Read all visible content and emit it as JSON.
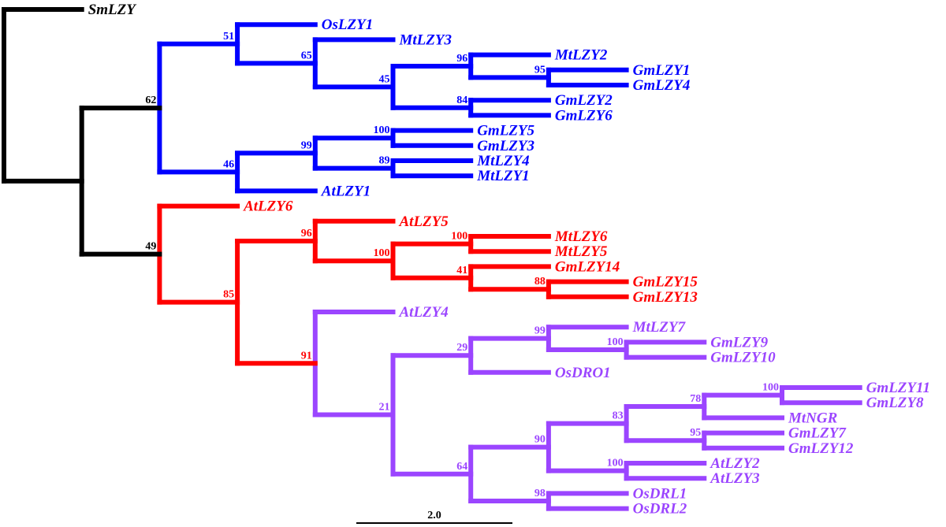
{
  "colors": {
    "black": "#000000",
    "blue": "#0000ff",
    "red": "#ff0000",
    "purple": "#9b45ff"
  },
  "scale_bar": {
    "label": "2.0"
  },
  "tree": {
    "color": "black",
    "children": [
      {
        "name": "SmLZY"
      },
      {
        "children": [
          {
            "support": "62",
            "color": "blue",
            "children": [
              {
                "support": "51",
                "children": [
                  {
                    "name": "OsLZY1"
                  },
                  {
                    "support": "65",
                    "children": [
                      {
                        "name": "MtLZY3"
                      },
                      {
                        "support": "45",
                        "children": [
                          {
                            "support": "96",
                            "children": [
                              {
                                "name": "MtLZY2"
                              },
                              {
                                "support": "95",
                                "children": [
                                  {
                                    "name": "GmLZY1"
                                  },
                                  {
                                    "name": "GmLZY4"
                                  }
                                ]
                              }
                            ]
                          },
                          {
                            "support": "84",
                            "children": [
                              {
                                "name": "GmLZY2"
                              },
                              {
                                "name": "GmLZY6"
                              }
                            ]
                          }
                        ]
                      }
                    ]
                  }
                ]
              },
              {
                "support": "46",
                "children": [
                  {
                    "support": "99",
                    "children": [
                      {
                        "support": "100",
                        "children": [
                          {
                            "name": "GmLZY5"
                          },
                          {
                            "name": "GmLZY3"
                          }
                        ]
                      },
                      {
                        "support": "89",
                        "children": [
                          {
                            "name": "MtLZY4"
                          },
                          {
                            "name": "MtLZY1"
                          }
                        ]
                      }
                    ]
                  },
                  {
                    "name": "AtLZY1"
                  }
                ]
              }
            ]
          },
          {
            "support": "49",
            "color": "red",
            "children": [
              {
                "name": "AtLZY6"
              },
              {
                "support": "85",
                "children": [
                  {
                    "support": "96",
                    "children": [
                      {
                        "name": "AtLZY5"
                      },
                      {
                        "support": "100",
                        "children": [
                          {
                            "support": "100",
                            "children": [
                              {
                                "name": "MtLZY6"
                              },
                              {
                                "name": "MtLZY5"
                              }
                            ]
                          },
                          {
                            "support": "41",
                            "children": [
                              {
                                "name": "GmLZY14"
                              },
                              {
                                "support": "88",
                                "children": [
                                  {
                                    "name": "GmLZY15"
                                  },
                                  {
                                    "name": "GmLZY13"
                                  }
                                ]
                              }
                            ]
                          }
                        ]
                      }
                    ]
                  },
                  {
                    "support": "91",
                    "color": "purple",
                    "children": [
                      {
                        "name": "AtLZY4"
                      },
                      {
                        "support": "21",
                        "children": [
                          {
                            "support": "29",
                            "children": [
                              {
                                "support": "99",
                                "children": [
                                  {
                                    "name": "MtLZY7"
                                  },
                                  {
                                    "support": "100",
                                    "children": [
                                      {
                                        "name": "GmLZY9"
                                      },
                                      {
                                        "name": "GmLZY10"
                                      }
                                    ]
                                  }
                                ]
                              },
                              {
                                "name": "OsDRO1"
                              }
                            ]
                          },
                          {
                            "support": "64",
                            "children": [
                              {
                                "support": "90",
                                "children": [
                                  {
                                    "support": "83",
                                    "children": [
                                      {
                                        "support": "78",
                                        "children": [
                                          {
                                            "support": "100",
                                            "children": [
                                              {
                                                "name": "GmLZY11"
                                              },
                                              {
                                                "name": "GmLZY8"
                                              }
                                            ]
                                          },
                                          {
                                            "name": "MtNGR"
                                          }
                                        ]
                                      },
                                      {
                                        "support": "95",
                                        "children": [
                                          {
                                            "name": "GmLZY7"
                                          },
                                          {
                                            "name": "GmLZY12"
                                          }
                                        ]
                                      }
                                    ]
                                  },
                                  {
                                    "support": "100",
                                    "children": [
                                      {
                                        "name": "AtLZY2"
                                      },
                                      {
                                        "name": "AtLZY3"
                                      }
                                    ]
                                  }
                                ]
                              },
                              {
                                "support": "98",
                                "children": [
                                  {
                                    "name": "OsDRL1"
                                  },
                                  {
                                    "name": "OsDRL2"
                                  }
                                ]
                              }
                            ]
                          }
                        ]
                      }
                    ]
                  }
                ]
              }
            ]
          }
        ]
      }
    ]
  }
}
